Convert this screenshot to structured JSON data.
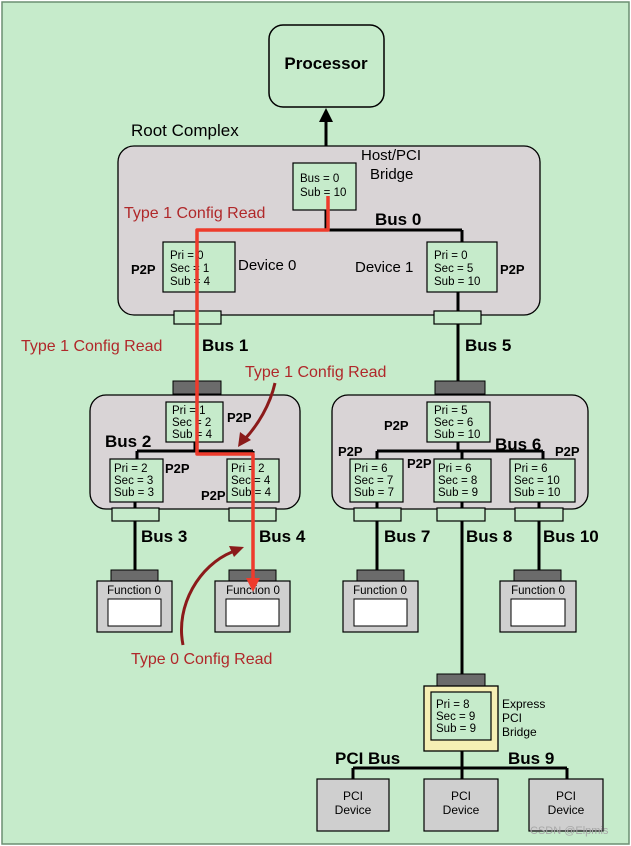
{
  "processor": "Processor",
  "root_complex": "Root Complex",
  "host_bridge": {
    "line1": "Host/PCI",
    "line2": "Bridge",
    "bus": "Bus = 0",
    "sub": "Sub = 10"
  },
  "labels": {
    "type1_a": "Type 1 Config Read",
    "type1_b": "Type 1 Config Read",
    "type1_c": "Type 1 Config Read",
    "type0": "Type 0 Config Read",
    "device0": "Device 0",
    "device1": "Device 1",
    "p2p": "P2P",
    "express_l1": "Express",
    "express_l2": "PCI",
    "express_l3": "Bridge",
    "function0": "Function 0",
    "pci_device_l1": "PCI",
    "pci_device_l2": "Device",
    "watermark": "CSDN @Elpmis"
  },
  "buses": {
    "b0": "Bus 0",
    "b1": "Bus 1",
    "b2": "Bus 2",
    "b3": "Bus 3",
    "b4": "Bus 4",
    "b5": "Bus 5",
    "b6": "Bus 6",
    "b7": "Bus 7",
    "b8": "Bus 8",
    "b9": "Bus 9",
    "b10": "Bus 10",
    "pci": "PCI Bus"
  },
  "regs": {
    "d0": [
      "Pri = 0",
      "Sec = 1",
      "Sub = 4"
    ],
    "d1": [
      "Pri = 0",
      "Sec = 5",
      "Sub = 10"
    ],
    "s1u": [
      "Pri = 1",
      "Sec = 2",
      "Sub = 4"
    ],
    "s1a": [
      "Pri = 2",
      "Sec = 3",
      "Sub = 3"
    ],
    "s1b": [
      "Pri = 2",
      "Sec = 4",
      "Sub = 4"
    ],
    "s2u": [
      "Pri = 5",
      "Sec = 6",
      "Sub = 10"
    ],
    "s2a": [
      "Pri = 6",
      "Sec = 7",
      "Sub = 7"
    ],
    "s2b": [
      "Pri = 6",
      "Sec = 8",
      "Sub = 9"
    ],
    "s2c": [
      "Pri = 6",
      "Sec = 10",
      "Sub = 10"
    ],
    "exp": [
      "Pri = 8",
      "Sec = 9",
      "Sub = 9"
    ]
  },
  "colors": {
    "background": "#c6ebcb",
    "container": "#d9d4d6",
    "path": "#ee3b2c",
    "label_red": "#b0282a",
    "express_fill": "#f6efb4"
  }
}
